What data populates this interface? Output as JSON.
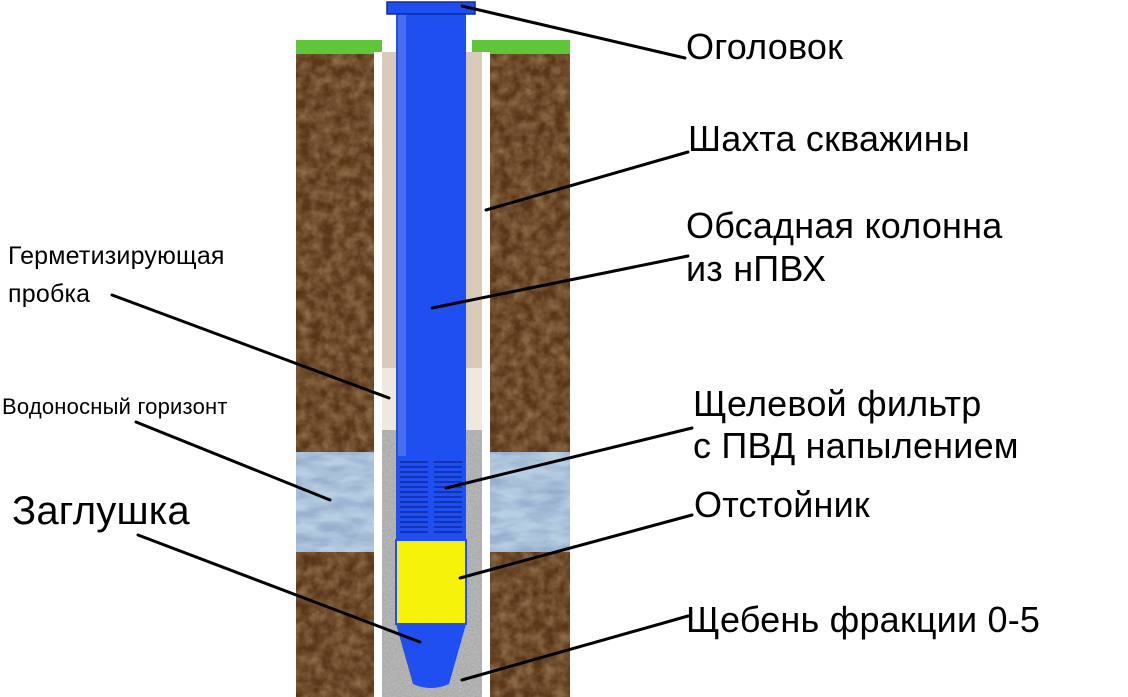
{
  "labels": {
    "head": "Оголовок",
    "shaft": "Шахта скважины",
    "casing_line1": "Обсадная колонна",
    "casing_line2": "из нПВХ",
    "seal_line1": "Герметизирующая",
    "seal_line2": "пробка",
    "aquifer": "Водоносный горизонт",
    "filter_line1": "Щелевой фильтр",
    "filter_line2": "с ПВД напылением",
    "plug": "Заглушка",
    "sump": "Отстойник",
    "gravel": "Щебень фракции 0-5"
  },
  "colors": {
    "casing": "#1f4ff0",
    "sump": "#f6f20a",
    "soil": "#5a3518",
    "grass": "#5fc63a",
    "gravel": "#b9b9b9",
    "aquifer": "#b8cfe3"
  }
}
